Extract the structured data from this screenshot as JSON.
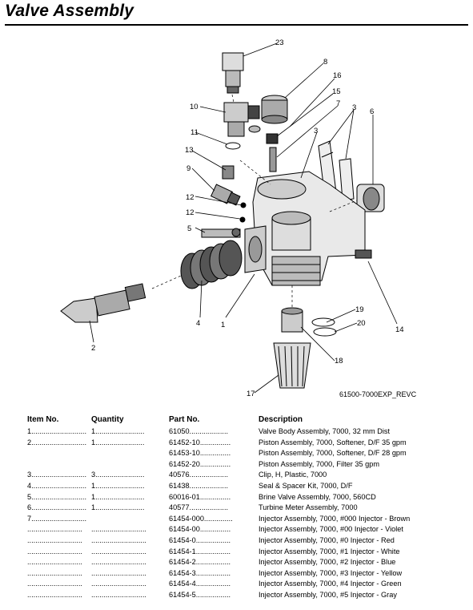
{
  "title": "Valve Assembly",
  "diagram": {
    "callouts": [
      "23",
      "8",
      "16",
      "15",
      "7",
      "3",
      "6",
      "10",
      "11",
      "13",
      "9",
      "12",
      "12",
      "5",
      "3",
      "1",
      "4",
      "2",
      "19",
      "20",
      "14",
      "18",
      "17"
    ],
    "reference": "61500-7000EXP_REVC"
  },
  "table": {
    "headers": {
      "item": "Item No.",
      "qty": "Quantity",
      "part": "Part No.",
      "desc": "Description"
    },
    "rows": [
      {
        "item": "1...........................",
        "qty": "1........................",
        "part": "61050...................",
        "desc": "Valve Body Assembly, 7000, 32 mm Dist"
      },
      {
        "item": "2...........................",
        "qty": "1........................",
        "part": "61452-10...............",
        "desc": "Piston Assembly, 7000, Softener, D/F 35 gpm"
      },
      {
        "item": "",
        "qty": "",
        "part": "61453-10...............",
        "desc": "Piston Assembly, 7000, Softener, D/F 28 gpm"
      },
      {
        "item": "",
        "qty": "",
        "part": "61452-20...............",
        "desc": "Piston Assembly, 7000, Filter 35 gpm"
      },
      {
        "item": "3...........................",
        "qty": "3........................",
        "part": "40576...................",
        "desc": "Clip, H, Plastic, 7000"
      },
      {
        "item": "4...........................",
        "qty": "1........................",
        "part": "61438...................",
        "desc": "Seal & Spacer Kit, 7000, D/F"
      },
      {
        "item": "5...........................",
        "qty": "1........................",
        "part": "60016-01...............",
        "desc": "Brine Valve Assembly, 7000, 560CD"
      },
      {
        "item": "6...........................",
        "qty": "1........................",
        "part": "40577...................",
        "desc": "Turbine Meter Assembly, 7000"
      },
      {
        "item": "7...........................",
        "qty": "",
        "part": "61454-000..............",
        "desc": "Injector Assembly, 7000, #000 Injector - Brown"
      },
      {
        "item": "...........................",
        "qty": "...........................",
        "part": "61454-00...............",
        "desc": "Injector Assembly, 7000, #00 Injector - Violet"
      },
      {
        "item": "...........................",
        "qty": "...........................",
        "part": "61454-0.................",
        "desc": "Injector Assembly, 7000, #0 Injector - Red"
      },
      {
        "item": "...........................",
        "qty": "...........................",
        "part": "61454-1.................",
        "desc": "Injector Assembly, 7000, #1 Injector - White"
      },
      {
        "item": "...........................",
        "qty": "...........................",
        "part": "61454-2.................",
        "desc": "Injector Assembly, 7000, #2 Injector - Blue"
      },
      {
        "item": "...........................",
        "qty": "...........................",
        "part": "61454-3.................",
        "desc": "Injector Assembly, 7000, #3 Injector - Yellow"
      },
      {
        "item": "...........................",
        "qty": "...........................",
        "part": "61454-4.................",
        "desc": "Injector Assembly, 7000, #4 Injector - Green"
      },
      {
        "item": "...........................",
        "qty": "...........................",
        "part": "61454-5.................",
        "desc": "Injector Assembly, 7000, #5 Injector - Gray"
      }
    ]
  }
}
